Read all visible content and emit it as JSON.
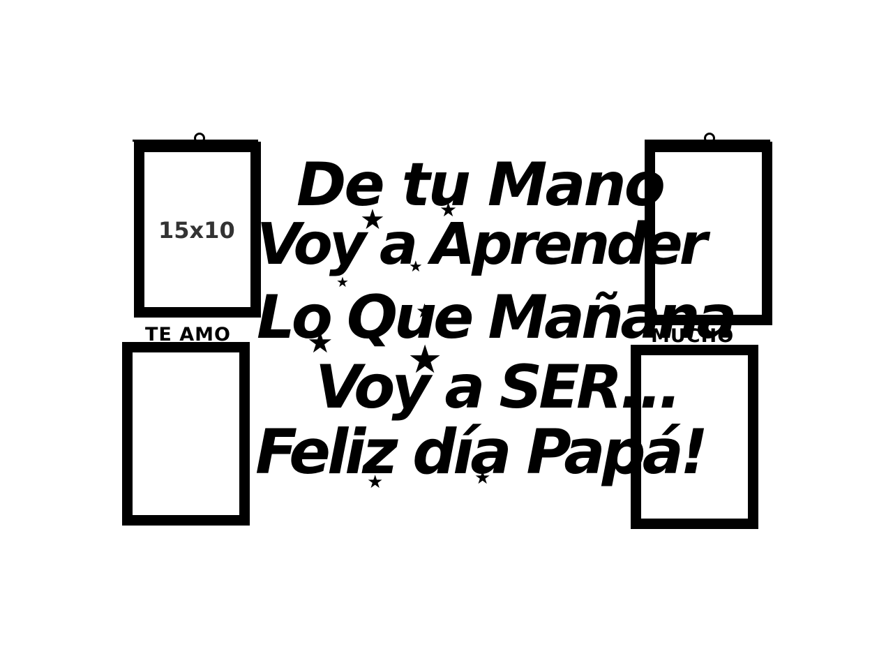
{
  "frames": {
    "size_label": "15x10"
  },
  "bar_words": {
    "left": "TE AMO",
    "right": "MUCHO"
  },
  "phrase": {
    "line1": "De tu Mano",
    "line2": "Voy a Aprender",
    "line3": "Lo Que Mañana",
    "line4": "Voy a SER...",
    "line5": "Feliz día Papá!"
  },
  "colors": {
    "ink": "#000000",
    "label": "#333333",
    "background": "#ffffff"
  },
  "icons": {
    "decoration": "star-icon",
    "hanger": "hook-icon"
  }
}
